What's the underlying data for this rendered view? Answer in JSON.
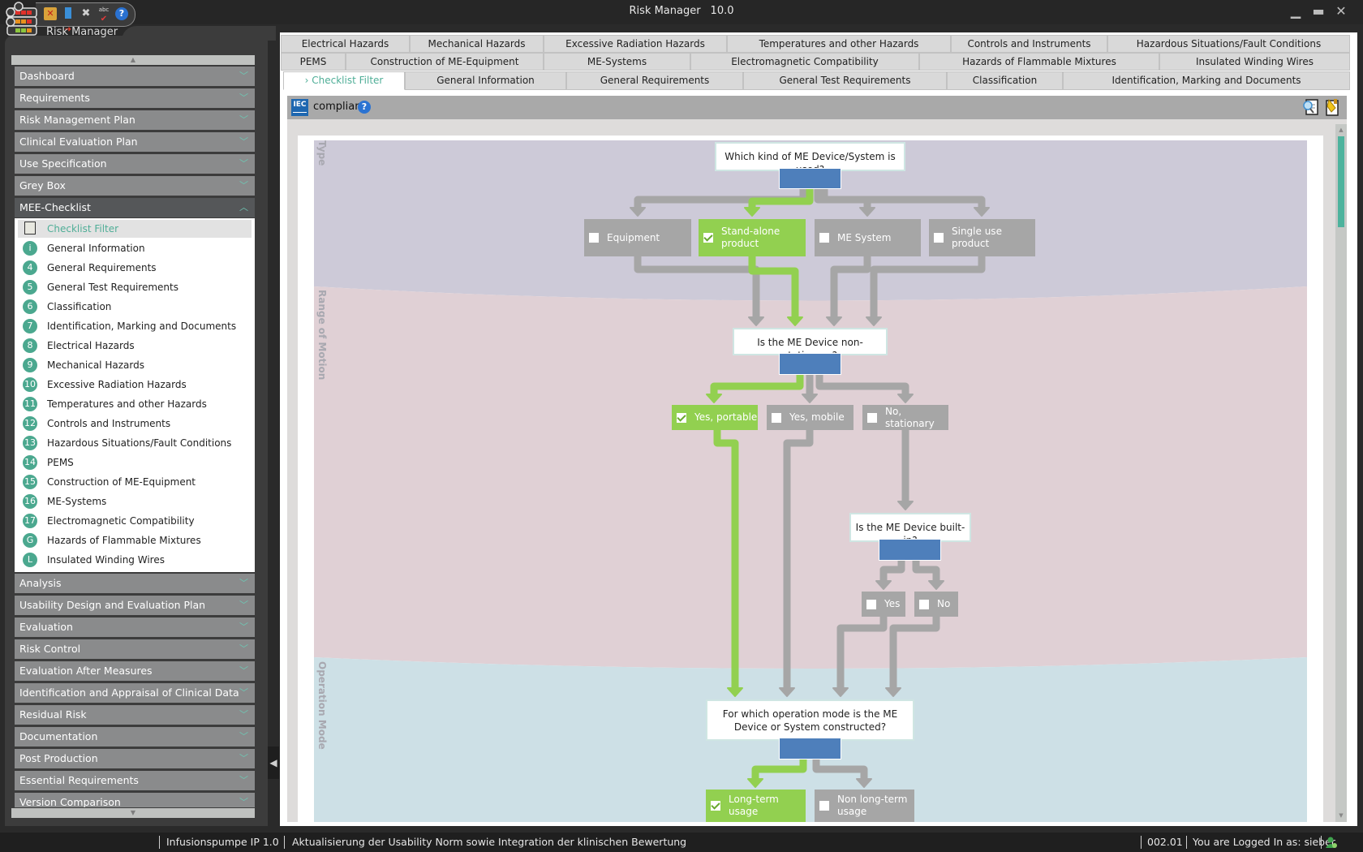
{
  "window": {
    "title": "Risk Manager",
    "version": "10.0",
    "app_label": "Risk Manager",
    "controls": {
      "minimize": "▁",
      "maximize": "▬",
      "close": "✕"
    }
  },
  "quick_toolbar": [
    {
      "icon": "close-project-icon"
    },
    {
      "icon": "logout-icon"
    },
    {
      "icon": "tools-icon"
    },
    {
      "icon": "spellcheck-icon"
    },
    {
      "icon": "help-icon",
      "glyph": "?"
    }
  ],
  "sidebar": {
    "scroll_up": "▲",
    "scroll_down": "▼",
    "sections_top": [
      {
        "label": "Dashboard"
      },
      {
        "label": "Requirements"
      },
      {
        "label": "Risk Management Plan"
      },
      {
        "label": "Clinical Evaluation Plan"
      },
      {
        "label": "Use Specification"
      },
      {
        "label": "Grey Box"
      }
    ],
    "open_section": {
      "label": "MEE-Checklist"
    },
    "sub_items": [
      {
        "num": "",
        "label": "Checklist Filter",
        "selected": true
      },
      {
        "num": "i",
        "label": "General Information"
      },
      {
        "num": "4",
        "label": "General Requirements"
      },
      {
        "num": "5",
        "label": "General Test Requirements"
      },
      {
        "num": "6",
        "label": "Classification"
      },
      {
        "num": "7",
        "label": "Identification, Marking and Documents"
      },
      {
        "num": "8",
        "label": "Electrical Hazards"
      },
      {
        "num": "9",
        "label": "Mechanical Hazards"
      },
      {
        "num": "10",
        "label": "Excessive Radiation Hazards"
      },
      {
        "num": "11",
        "label": "Temperatures and other Hazards"
      },
      {
        "num": "12",
        "label": "Controls and Instruments"
      },
      {
        "num": "13",
        "label": "Hazardous Situations/Fault Conditions"
      },
      {
        "num": "14",
        "label": "PEMS"
      },
      {
        "num": "15",
        "label": "Construction of ME-Equipment"
      },
      {
        "num": "16",
        "label": "ME-Systems"
      },
      {
        "num": "17",
        "label": "Electromagnetic Compatibility"
      },
      {
        "num": "G",
        "label": "Hazards of Flammable Mixtures"
      },
      {
        "num": "L",
        "label": "Insulated Winding Wires"
      }
    ],
    "sections_bottom": [
      {
        "label": "Analysis"
      },
      {
        "label": "Usability Design and Evaluation Plan"
      },
      {
        "label": "Evaluation"
      },
      {
        "label": "Risk Control"
      },
      {
        "label": "Evaluation After Measures"
      },
      {
        "label": "Identification and Appraisal of Clinical Data"
      },
      {
        "label": "Residual Risk"
      },
      {
        "label": "Documentation"
      },
      {
        "label": "Post Production"
      },
      {
        "label": "Essential Requirements"
      },
      {
        "label": "Version Comparison"
      }
    ],
    "chevron_down": "﹀",
    "chevron_up": "︿",
    "collapse_glyph": "◀"
  },
  "tabs": {
    "row1": [
      "Electrical Hazards",
      "Mechanical Hazards",
      "Excessive Radiation Hazards",
      "Temperatures and other Hazards",
      "Controls and Instruments",
      "Hazardous Situations/Fault Conditions"
    ],
    "row2": [
      "PEMS",
      "Construction of ME-Equipment",
      "ME-Systems",
      "Electromagnetic Compatibility",
      "Hazards of Flammable Mixtures",
      "Insulated Winding Wires"
    ],
    "row3": [
      "› Checklist Filter",
      "General Information",
      "General Requirements",
      "General Test Requirements",
      "Classification",
      "Identification, Marking and Documents"
    ],
    "active": "› Checklist Filter"
  },
  "toolbar": {
    "iec_label": "IEC",
    "compliant_label": "compliant",
    "help_glyph": "?"
  },
  "diagram": {
    "bands": [
      "Type",
      "Range of Motion",
      "Operation Mode"
    ],
    "colors": {
      "band_type": "#cdcad8",
      "band_motion": "#e0d0d5",
      "band_operation": "#cde0e6",
      "selected": "#92d050",
      "unselected": "#a6a6a6",
      "question_bar": "#4e7fbb"
    },
    "q1": {
      "question": "Which kind of ME Device/System is used?",
      "options": [
        {
          "label": "Equipment",
          "checked": false
        },
        {
          "label": "Stand-alone product",
          "checked": true
        },
        {
          "label": "ME System",
          "checked": false
        },
        {
          "label": "Single use product",
          "checked": false
        }
      ]
    },
    "q2": {
      "question": "Is the ME Device non-stationary?",
      "options": [
        {
          "label": "Yes, portable",
          "checked": true
        },
        {
          "label": "Yes, mobile",
          "checked": false
        },
        {
          "label": "No, stationary",
          "checked": false
        }
      ]
    },
    "q3": {
      "question": "Is the ME Device built-in?",
      "options": [
        {
          "label": "Yes",
          "checked": false
        },
        {
          "label": "No",
          "checked": false
        }
      ]
    },
    "q4": {
      "question": "For which operation mode is the ME Device or System constructed?",
      "options": [
        {
          "label": "Long-term usage",
          "checked": true
        },
        {
          "label": "Non long-term usage",
          "checked": false
        }
      ]
    }
  },
  "statusbar": {
    "project": "Infusionspumpe IP 1.0",
    "description": "Aktualisierung der Usability Norm sowie Integration der klinischen Bewertung",
    "version": "002.01",
    "login": "You are Logged In as: sieber"
  }
}
